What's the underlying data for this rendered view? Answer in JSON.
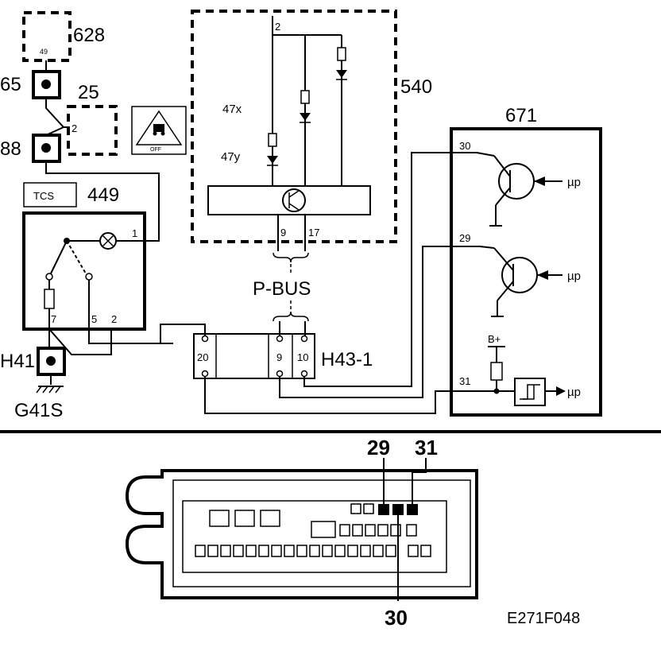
{
  "diagram": {
    "components": {
      "c628": "628",
      "c65": "65",
      "c25": "25",
      "c88": "88",
      "c449": "449",
      "c540": "540",
      "c671": "671",
      "h41": "H41",
      "g41s": "G41S",
      "h43": "H43-1",
      "pbus": "P-BUS",
      "tcs": "TCS",
      "off": "OFF"
    },
    "pins": {
      "p49": "49",
      "p2_25": "2",
      "p1_449": "1",
      "p7": "7",
      "p5": "5",
      "p2_449": "2",
      "p2_540": "2",
      "p9_540": "9",
      "p17": "17",
      "p20": "20",
      "p9_h43": "9",
      "p10_h43": "10",
      "p30_671": "30",
      "p29_671": "29",
      "p31_671": "31",
      "bplus": "B+",
      "up1": "µp",
      "up2": "µp",
      "up3": "µp"
    },
    "labels": {
      "l47x": "47x",
      "l47y": "47y"
    },
    "connector": {
      "pin29": "29",
      "pin31": "31",
      "pin30": "30"
    },
    "figure_code": "E271F048"
  }
}
